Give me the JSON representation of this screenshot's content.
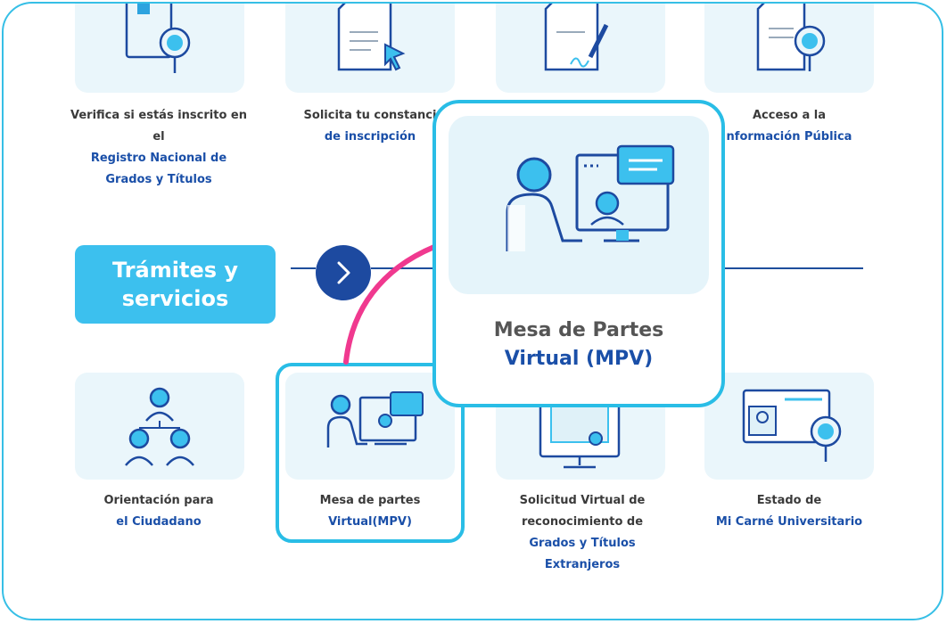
{
  "top_items": [
    {
      "line1": "Verifica si estás inscrito en",
      "line2": "el",
      "line3": "Registro Nacional de",
      "line4": "Grados y Títulos"
    },
    {
      "line1": "Solicita tu constanci",
      "line2": "de inscripción"
    },
    {
      "line1": "",
      "line2": ""
    },
    {
      "line1": "Acceso a la",
      "line2": "nformación Pública"
    }
  ],
  "section": {
    "title_line1": "Trámites y",
    "title_line2": "servicios"
  },
  "bottom_items": [
    {
      "line1": "Orientación para",
      "line2": "el Ciudadano"
    },
    {
      "line1": "Mesa de partes",
      "line2": "Virtual(MPV)"
    },
    {
      "line1": "Solicitud Virtual de",
      "line2": "reconocimiento de",
      "line3": "Grados y Títulos",
      "line4": "Extranjeros"
    },
    {
      "line1": "Estado de",
      "line2": "Mi Carné Universitario"
    }
  ],
  "zoom": {
    "title_line1": "Mesa de Partes",
    "title_line2": "Virtual (MPV)"
  },
  "colors": {
    "accent": "#29bde6",
    "navy": "#1d4aa0",
    "highlight_arrow": "#f0398f",
    "card_bg": "#eaf6fb"
  }
}
